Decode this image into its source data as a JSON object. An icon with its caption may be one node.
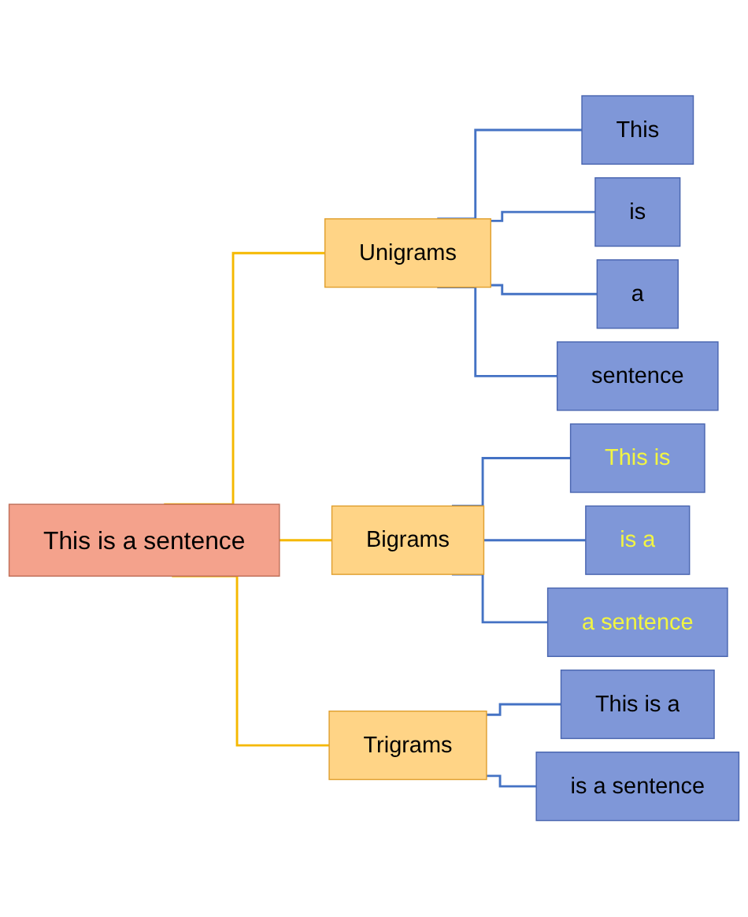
{
  "diagram": {
    "nodes": [
      {
        "text": [
          "This is a sentence"
        ]
      },
      {
        "text": [
          "Unigrams"
        ]
      },
      {
        "text": [
          "This"
        ]
      },
      {
        "text": [
          "is"
        ]
      },
      {
        "text": [
          "a"
        ]
      },
      {
        "text": [
          "sentence"
        ]
      },
      {
        "text": [
          "Bigrams"
        ]
      },
      {
        "text": [
          "This is"
        ]
      },
      {
        "text": [
          "is a"
        ]
      },
      {
        "text": [
          "a sentence"
        ]
      },
      {
        "text": [
          "Trigrams"
        ]
      },
      {
        "text": [
          "This is a"
        ]
      },
      {
        "text": [
          "is a sentence"
        ]
      }
    ],
    "edges": [
      {
        "from": 0,
        "to": 1,
        "arrow": "none",
        "color": "#f5b800"
      },
      {
        "from": 1,
        "to": 2,
        "arrow": "none"
      },
      {
        "from": 1,
        "to": 3,
        "arrow": "none"
      },
      {
        "from": 1,
        "to": 4,
        "arrow": "none"
      },
      {
        "from": 1,
        "to": 5,
        "arrow": "none"
      },
      {
        "from": 0,
        "to": 6,
        "arrow": "none",
        "color": "#f5b800"
      },
      {
        "from": 6,
        "to": 7,
        "arrow": "none"
      },
      {
        "from": 6,
        "to": 8,
        "arrow": "none"
      },
      {
        "from": 6,
        "to": 9,
        "arrow": "none"
      },
      {
        "from": 0,
        "to": 10,
        "arrow": "none",
        "color": "#f5b800"
      },
      {
        "from": 10,
        "to": 11,
        "arrow": "none"
      },
      {
        "from": 10,
        "to": 12,
        "arrow": "none"
      }
    ]
  }
}
